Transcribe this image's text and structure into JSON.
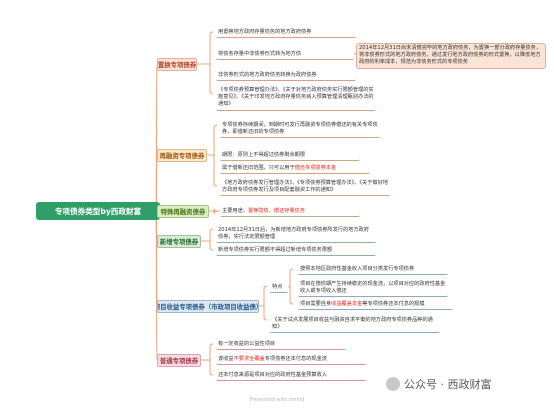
{
  "colors": {
    "root": "#2f9e68",
    "connector": "#f0a078",
    "b1_fill": "#fbe3d5",
    "b1_text": "#b34a2c",
    "b2_fill": "#fce9c9",
    "b2_text": "#a25a14",
    "b3_fill": "#dcedc1",
    "b3_text": "#4c7a1f",
    "b4_fill": "#d7ecd6",
    "b4_text": "#2f6f3a",
    "b5_fill": "#dbe8f3",
    "b5_text": "#2c5d8a",
    "b6_fill": "#f7dbe0",
    "b6_text": "#a63a4d",
    "highlight": "#e5271d"
  },
  "root": {
    "label": "专项债券类型by西政财富"
  },
  "branches": [
    {
      "label": "置换专项债券"
    },
    {
      "label": "再融资专项债券"
    },
    {
      "label": "特殊再融资债券"
    },
    {
      "label": "新增专项债券"
    },
    {
      "label": "项目收益专项债券（市政项目收益债）"
    },
    {
      "label": "普通专项债券"
    }
  ],
  "b1": {
    "l1": "用置换地方政府存量债务的地方政府债券",
    "l2": "将债务存量中非债券形式转为地方债",
    "l2_note": "2014年12月31日尚未清偿完毕的地方政府债务，为置换一部分政府存量债务，将非债券形式的地方政府债务，通过发行地方政府债券的形式置换，以降低地方政府的利率成本，规范为非债务形式的专项债务",
    "l3": "非债券形式的地方政府债务转换为政府债券",
    "l4": "《专项债券预算管理办法》、《关于对地方政府债务实行限额管理的实施意见》、《关于印发地方政府存量债务纳入预算管理清理甄别办法的通知》"
  },
  "b2": {
    "l1": "专项债券存续期间，到期时可发行再融资专项债券偿还的有关专项债券，即借新还旧的专项债券",
    "l2": "期限：原则上不得超过债券剩余期限",
    "l3_pre": "属于借新还旧范围，只可以用于",
    "l3_hl": "偿还专项债券本金",
    "l4": "《地方政府债券发行管理办法》、《专项债券预算管理办法》、《关于做好地方政府专项债券发行及项目配套融资工作的通知》"
  },
  "b3": {
    "l1_pre": "主要用途：",
    "l1_hl": "置换隐债、偿还存量债务"
  },
  "b4": {
    "l1": "2014年12月31日后，为新增地方政府专项债券所发行的地方政府债券，实行法定限额管理",
    "l2": "新增专项债券实行限额不得超过新增专项债务限额"
  },
  "b5": {
    "feature": "特点",
    "f1": "按照本地区政府性基金收入项目分类发行专项债券",
    "f2": "项目在偿债期产生持续稳定的现金流，以项目对应的政府性基金收入或专项收入偿还",
    "f3_pre": "项目需要自身",
    "f3_hl": "收益覆盖本金",
    "f3_post": "等专项债券还本付息的规模",
    "l2": "《关于试点发展项目收益与融资自求平衡的地方政府专项债券品种的通知》"
  },
  "b6": {
    "l1": "有一定收益的公益性项目",
    "l2_pre": "该收益",
    "l2_hl": "不要求全覆盖",
    "l2_post": "专项债券还本付息的现金流",
    "l3": "还本付息来源是项目对应的政府性基金预算收入"
  },
  "watermark": "公众号 · 西政财富",
  "footer": "Presented with xmind"
}
